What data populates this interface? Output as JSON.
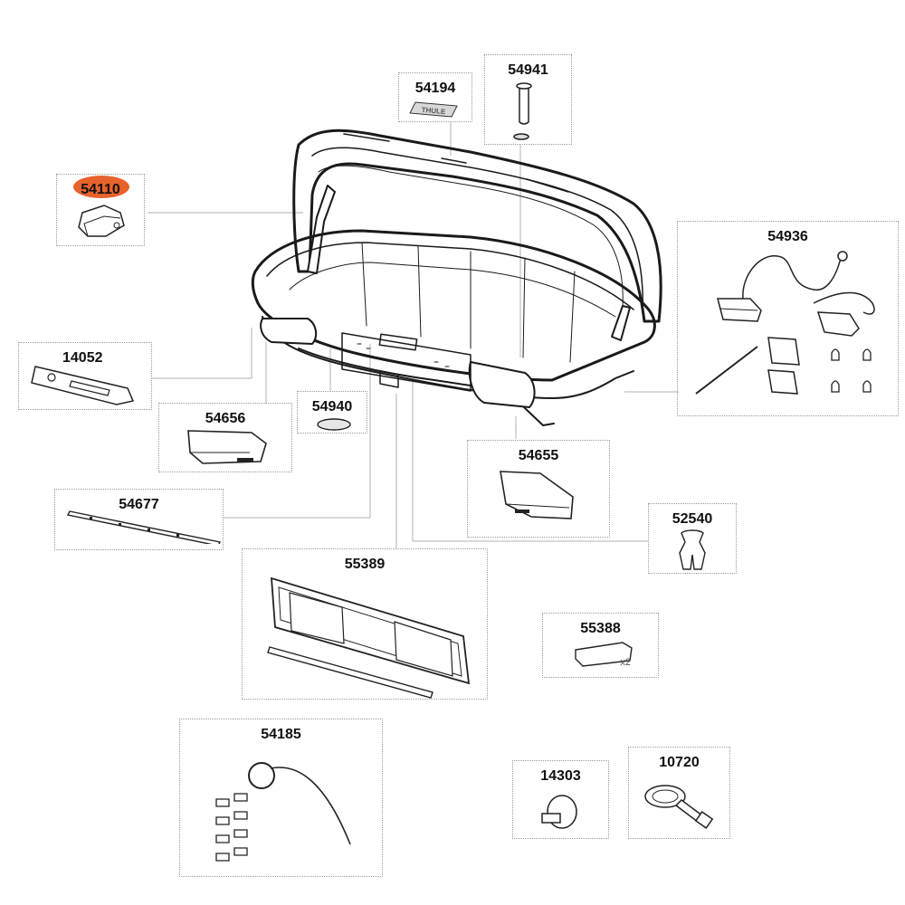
{
  "colors": {
    "highlight": "#e8622c",
    "leader": "#a8a8a8",
    "box_border": "#9a9a9a",
    "ink": "#1a1a1a"
  },
  "highlighted_part": "54110",
  "parts": [
    {
      "id": "p54194",
      "number": "54194",
      "icon": "thule-logo-badge-icon"
    },
    {
      "id": "p54941",
      "number": "54941",
      "icon": "bolt-and-washer-icon"
    },
    {
      "id": "p54110",
      "number": "54110",
      "icon": "lid-lifter-hinge-icon"
    },
    {
      "id": "p54936",
      "number": "54936",
      "icon": "light-kit-with-cable-icon"
    },
    {
      "id": "p14052",
      "number": "14052",
      "icon": "handle-with-lock-icon"
    },
    {
      "id": "p54656",
      "number": "54656",
      "icon": "rear-light-housing-left-icon"
    },
    {
      "id": "p54940",
      "number": "54940",
      "icon": "round-cap-icon"
    },
    {
      "id": "p54655",
      "number": "54655",
      "icon": "rear-light-housing-right-icon"
    },
    {
      "id": "p54677",
      "number": "54677",
      "icon": "rubber-strip-icon"
    },
    {
      "id": "p52540",
      "number": "52540",
      "icon": "cable-clip-icon"
    },
    {
      "id": "p55389",
      "number": "55389",
      "icon": "license-plate-holder-icon"
    },
    {
      "id": "p55388",
      "number": "55388",
      "icon": "end-plug-icon",
      "qty": "x2"
    },
    {
      "id": "p54185",
      "number": "54185",
      "icon": "key-ring-and-clips-icon"
    },
    {
      "id": "p14303",
      "number": "14303",
      "icon": "knob-icon"
    },
    {
      "id": "p10720",
      "number": "10720",
      "icon": "strap-with-buckle-icon"
    }
  ]
}
